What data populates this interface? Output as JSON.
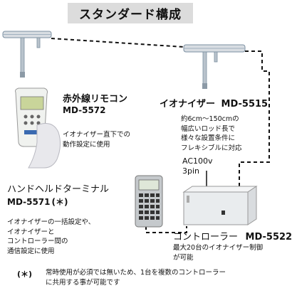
{
  "title": "スタンダード構成",
  "devices": {
    "ionizer": {
      "name": "イオナイザー",
      "model": "MD-5515",
      "desc": "約6cm～150cmの\n幅広いロッド長で\n様々な設置条件に\nフレキシブルに対応"
    },
    "remote": {
      "name": "赤外線リモコン",
      "model": "MD-5572",
      "desc": "イオナイザー直下での\n動作設定に使用"
    },
    "handheld": {
      "name": "ハンドヘルドターミナル",
      "model": "MD-5571",
      "note_mark": "(＊)",
      "desc": "イオナイザーの一括設定や、\nイオナイザーと\nコントローラー間の\n通信設定に使用"
    },
    "controller": {
      "name": "コントローラー",
      "model": "MD-5522",
      "desc": "最大20台のイオナイザー制御\nが可能"
    }
  },
  "power": {
    "voltage": "AC100v",
    "pin": "3pin"
  },
  "footnote": {
    "mark": "(＊)",
    "text": "常時使用が必須では無いため、1台を複数のコントローラー\nに共用する事が可能です"
  },
  "colors": {
    "title_bg": "#dcdcdc",
    "rod": "#7a8ea0",
    "device": "#e9ecee"
  }
}
